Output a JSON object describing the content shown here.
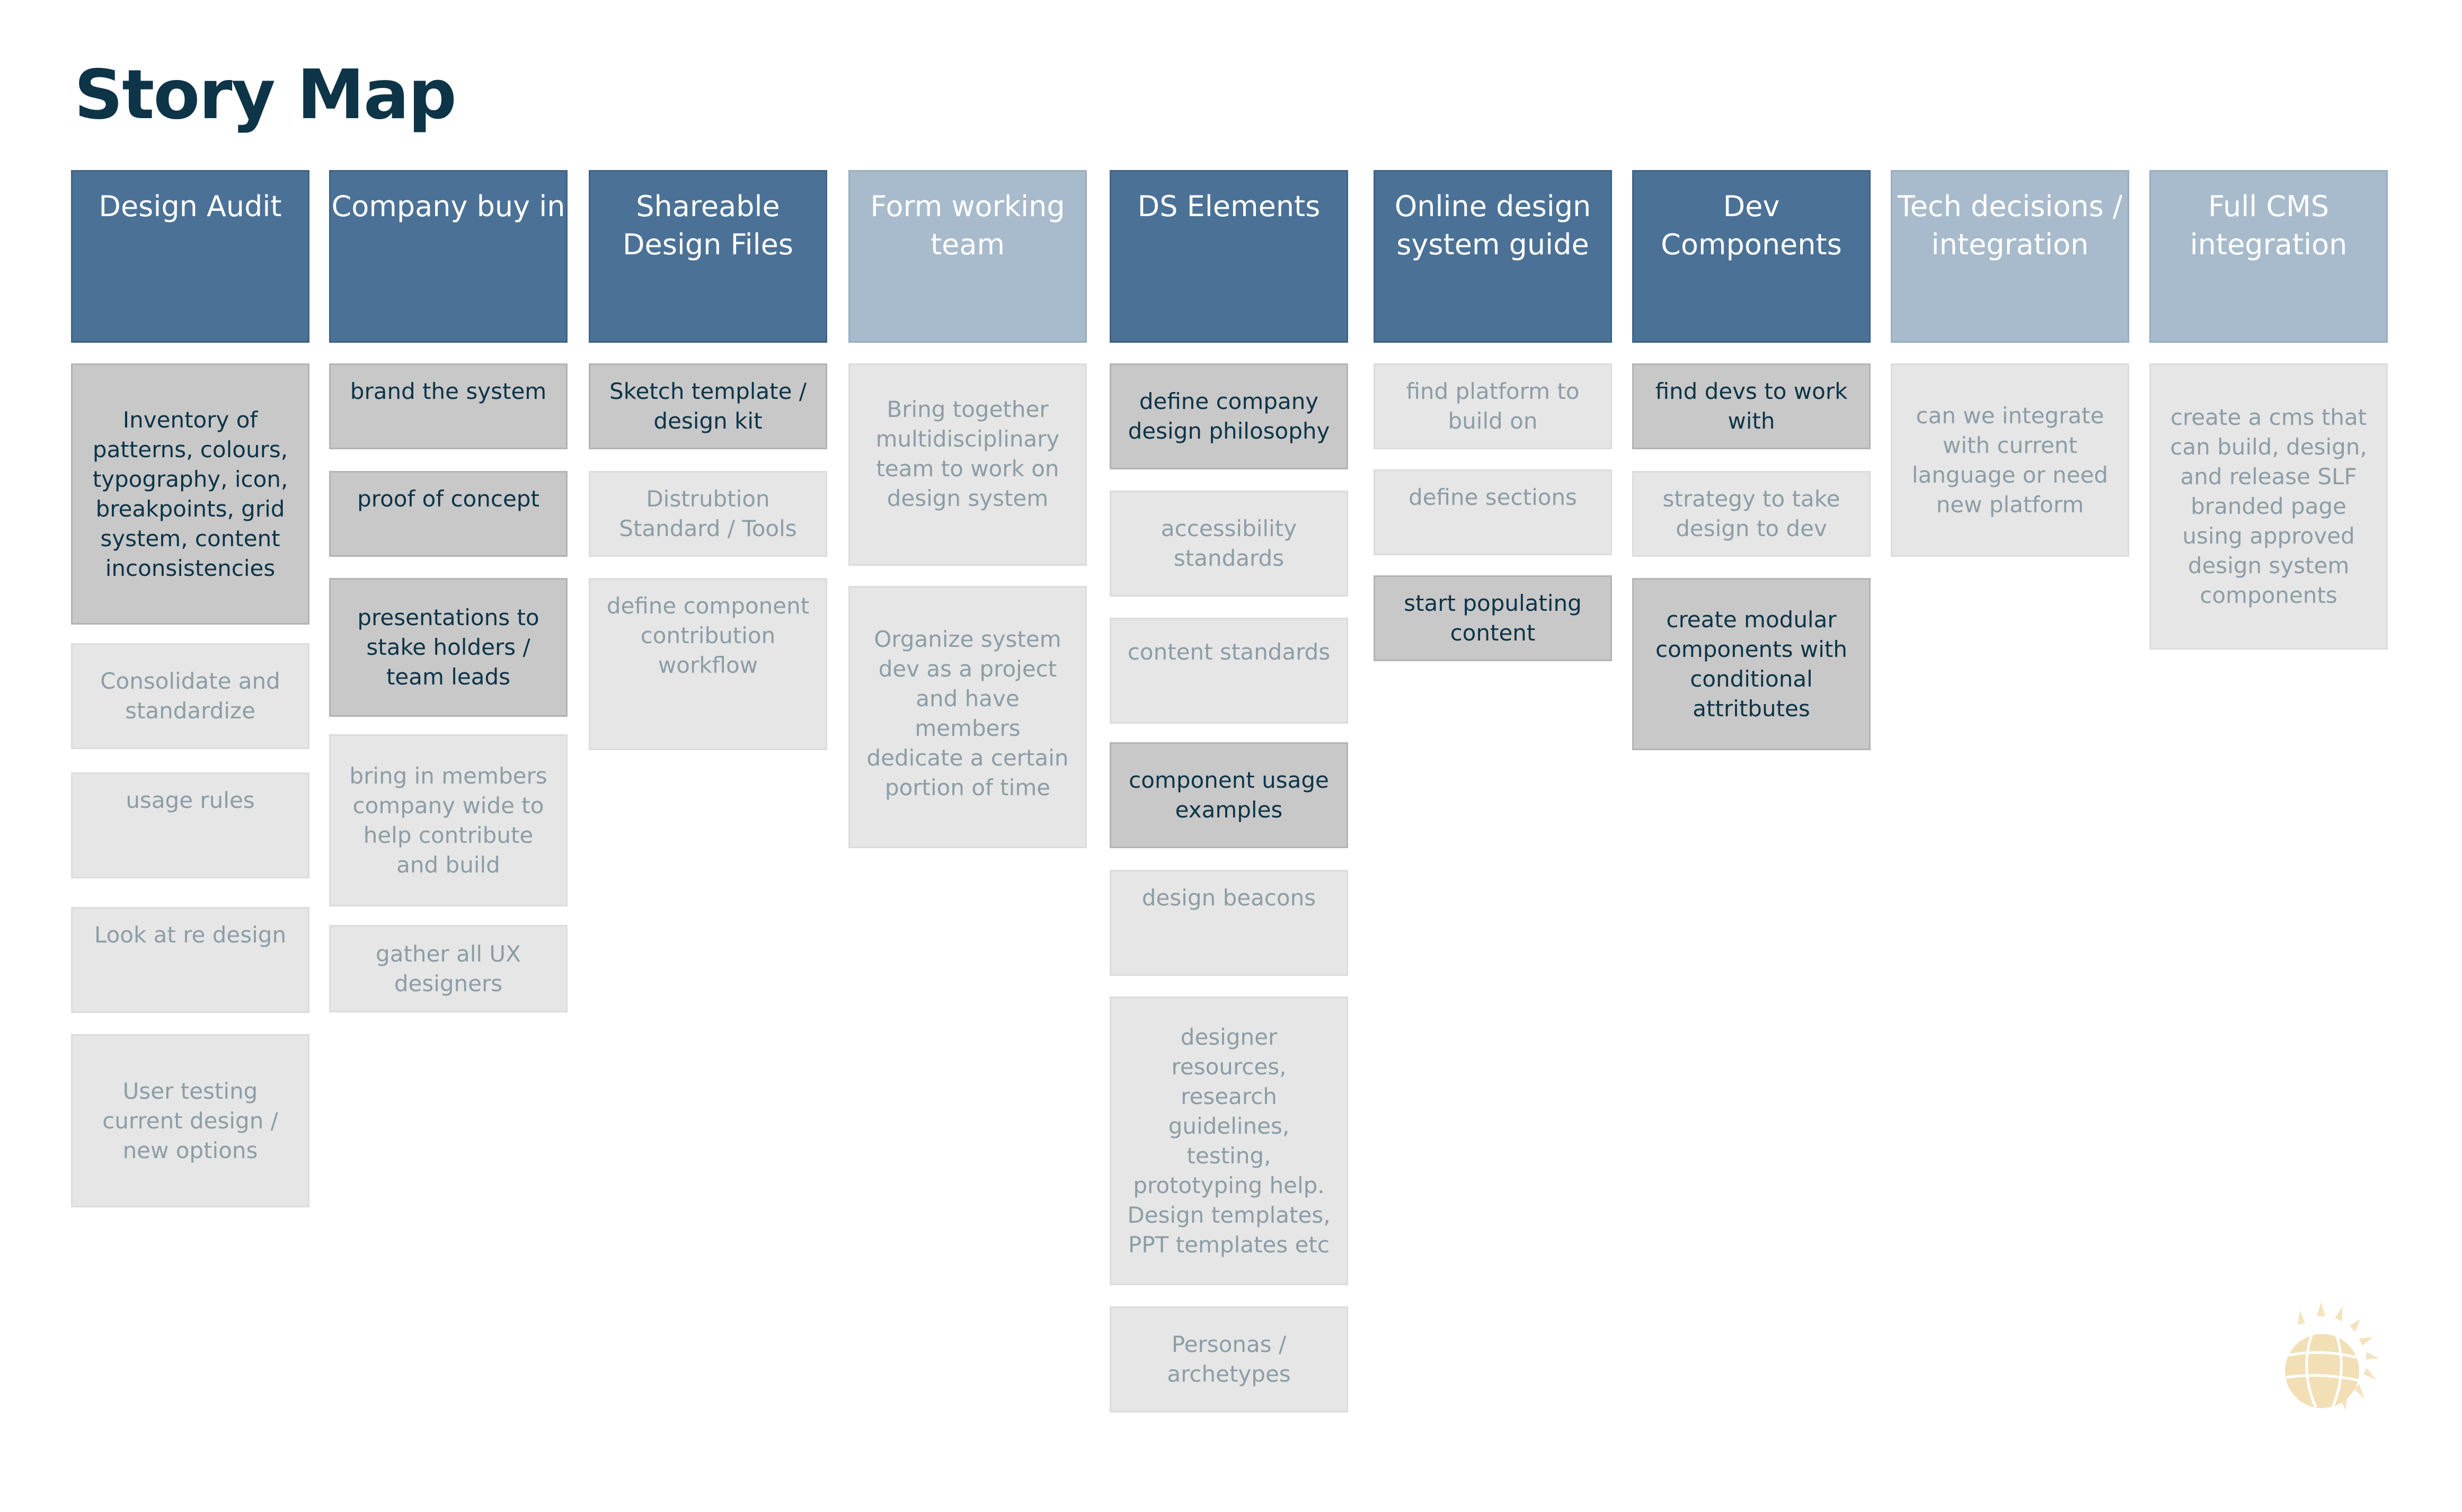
{
  "title": "Story Map",
  "columns": [
    {
      "title": "Design Audit",
      "cards": [
        "Inventory of patterns, colours, typography, icon, breakpoints, grid system, content inconsistencies",
        "Consolidate and standardize",
        "usage rules",
        "Look at re design",
        "User testing current design / new options"
      ]
    },
    {
      "title": "Company buy in",
      "cards": [
        "brand the system",
        "proof of concept",
        "presentations to stake holders / team leads",
        "bring in members company wide to help contribute and build",
        "gather all UX designers"
      ]
    },
    {
      "title": "Shareable Design Files",
      "cards": [
        "Sketch template / design kit",
        "Distrubtion Standard / Tools",
        "define component contribution workflow"
      ]
    },
    {
      "title": "Form working team",
      "cards": [
        "Bring together multidisciplinary team to work on design system",
        "Organize system dev as a project and have members dedicate a certain portion of time"
      ]
    },
    {
      "title": "DS Elements",
      "cards": [
        "define company design philosophy",
        "accessibility standards",
        "content standards",
        "component usage examples",
        "design beacons",
        "designer resources, research guidelines, testing, prototyping help. Design templates, PPT templates etc",
        "Personas / archetypes"
      ]
    },
    {
      "title": "Online design system guide",
      "cards": [
        "find platform to build on",
        "define sections",
        "start populating content"
      ]
    },
    {
      "title": "Dev Components",
      "cards": [
        "find devs to work with",
        "strategy to take design to dev",
        "create modular components with conditional attritbutes"
      ]
    },
    {
      "title": "Tech decisions / integration",
      "cards": [
        "can we integrate with current language or need new platform"
      ]
    },
    {
      "title": "Full CMS integration",
      "cards": [
        "create a cms that can build, design, and release SLF branded page using approved design system components"
      ]
    }
  ]
}
